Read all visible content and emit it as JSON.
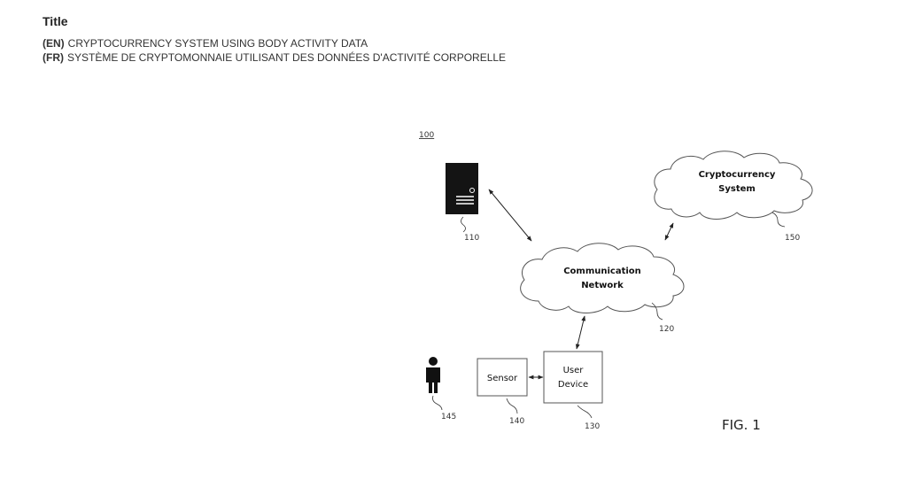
{
  "header": {
    "heading": "Title",
    "titles": [
      {
        "lang": "(EN)",
        "text": "CRYPTOCURRENCY SYSTEM USING BODY ACTIVITY DATA"
      },
      {
        "lang": "(FR)",
        "text": "SYSTÈME DE CRYPTOMONNAIE UTILISANT DES DONNÉES D'ACTIVITÉ CORPORELLE"
      }
    ]
  },
  "figure": {
    "system_ref": "100",
    "server_ref": "110",
    "network": {
      "line1": "Communication",
      "line2": "Network",
      "ref": "120"
    },
    "crypto": {
      "line1": "Cryptocurrency",
      "line2": "System",
      "ref": "150"
    },
    "device": {
      "line1": "User",
      "line2": "Device",
      "ref": "130"
    },
    "sensor": {
      "label": "Sensor",
      "ref": "140"
    },
    "person_ref": "145",
    "fig_label": "FIG. 1"
  }
}
